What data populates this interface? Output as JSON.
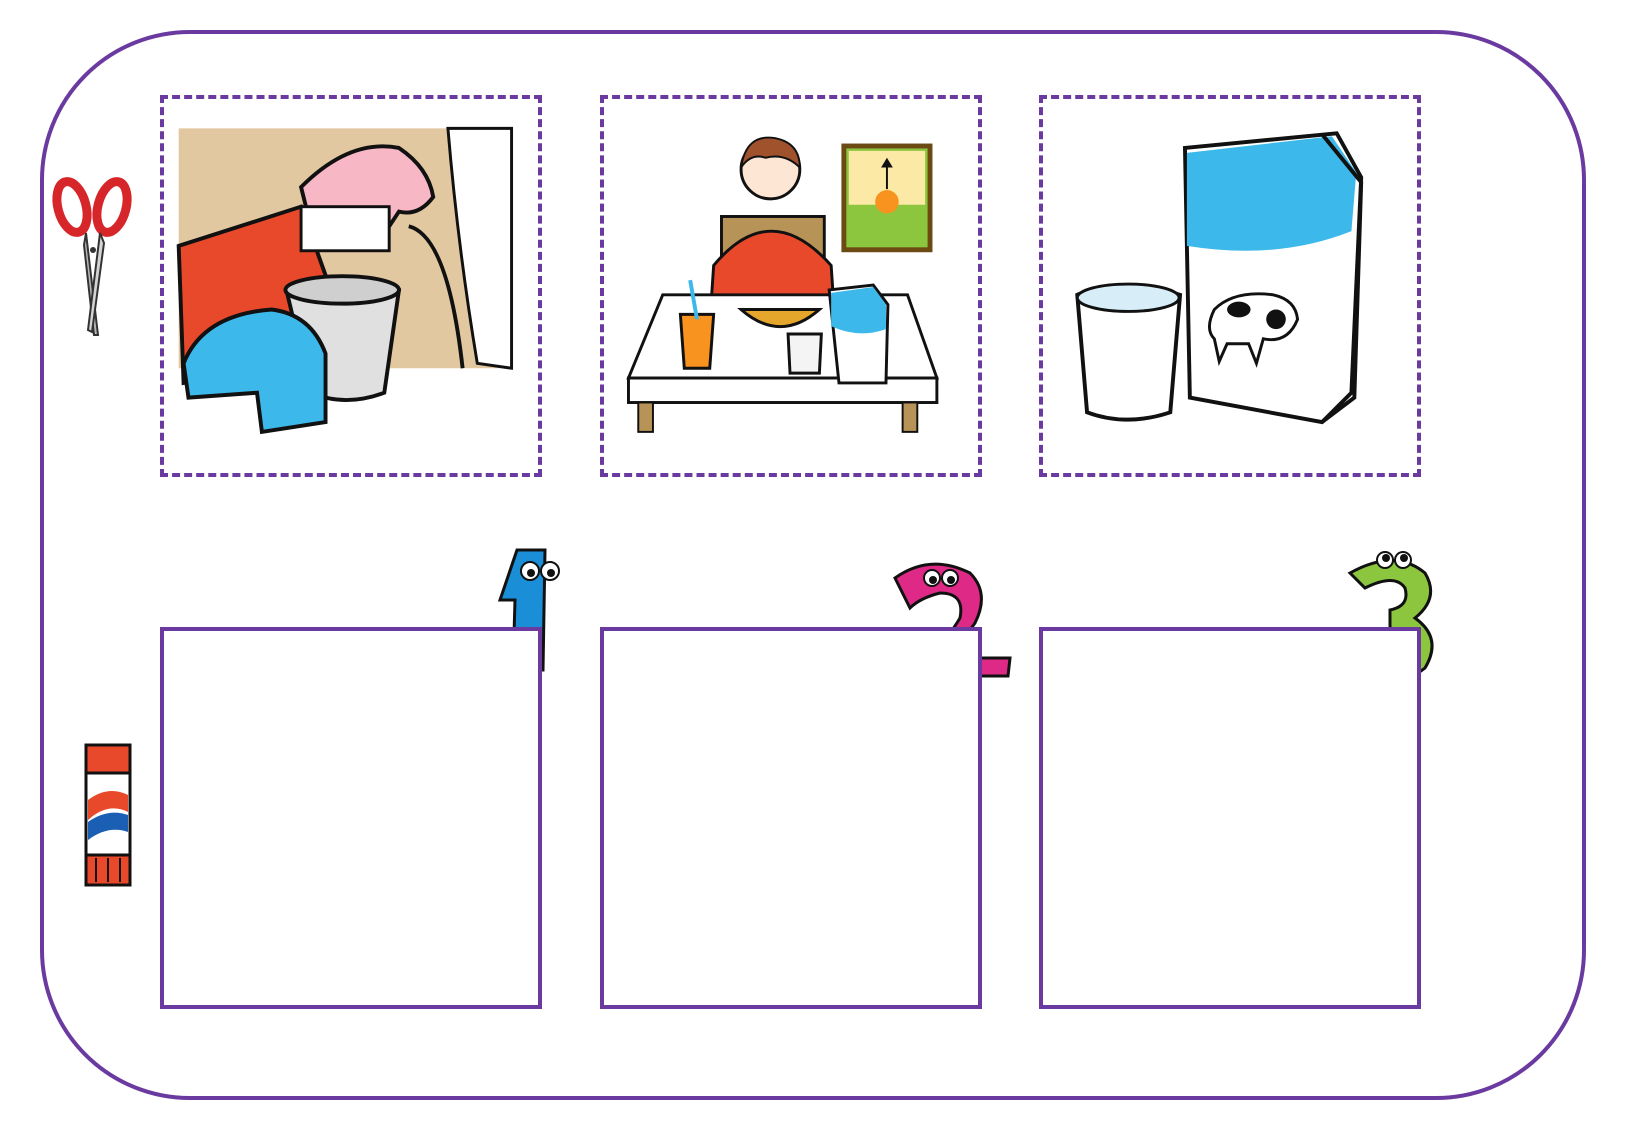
{
  "colors": {
    "border": "#6a3aa0",
    "red_shirt": "#e8492a",
    "blue": "#3db8ea",
    "pink": "#f7b7c5",
    "skin": "#e2c8a0",
    "orange_juice": "#f7931e",
    "number_1": "#1a8fd8",
    "number_2": "#de2a86",
    "number_3": "#8cc63f"
  },
  "top_cards": [
    {
      "id": "milking-cow",
      "icon": "milking-cow-picture"
    },
    {
      "id": "breakfast",
      "icon": "boy-eating-breakfast-picture"
    },
    {
      "id": "milk",
      "icon": "milk-carton-and-glass-picture"
    }
  ],
  "sequence_slots": [
    {
      "number": "1"
    },
    {
      "number": "2"
    },
    {
      "number": "3"
    }
  ],
  "tools": {
    "cut": "scissors-icon",
    "glue": "glue-stick-icon"
  }
}
